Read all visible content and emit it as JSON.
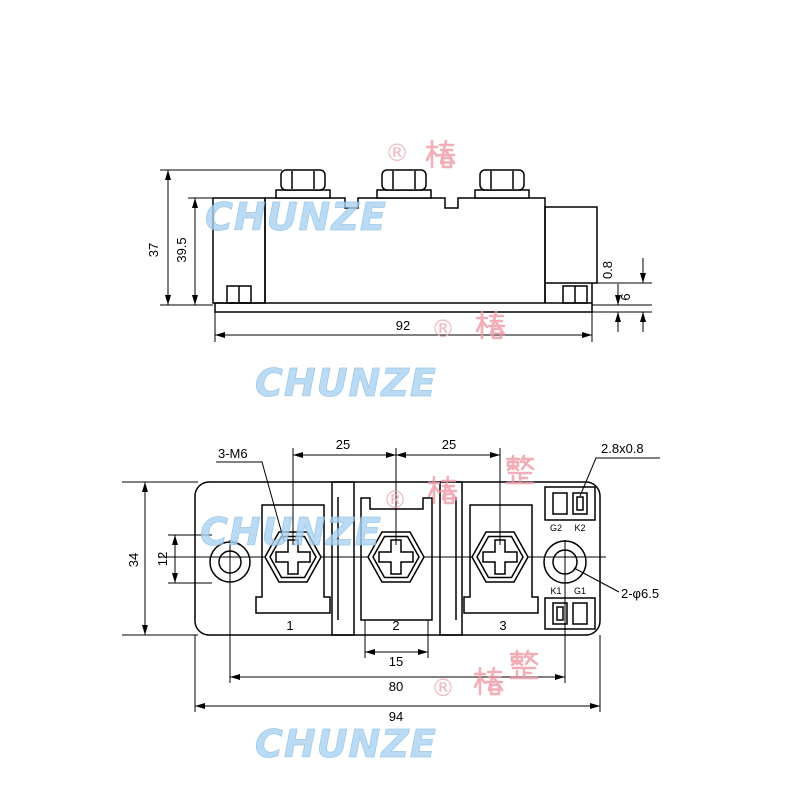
{
  "side_view": {
    "dim_37": "37",
    "dim_39_5": "39.5",
    "dim_0_8": "0.8",
    "dim_6": "6",
    "dim_92": "92"
  },
  "plan_view": {
    "dim_25_left": "25",
    "dim_25_right": "25",
    "dim_34": "34",
    "dim_12": "12",
    "dim_15": "15",
    "dim_80": "80",
    "dim_94": "94",
    "callout_thread": "3-M6",
    "callout_gate_tab": "2.8x0.8",
    "callout_holes": "2-φ6.5",
    "terminals": [
      "1",
      "2",
      "3"
    ],
    "gate_upper": [
      "G2",
      "K2"
    ],
    "gate_lower": [
      "K1",
      "G1"
    ]
  },
  "watermark": {
    "brand": "CHUNZE",
    "registered": "®",
    "cn_chars": [
      "椿",
      "整"
    ]
  },
  "colors": {
    "line": "#000000",
    "watermark_blue": "#a9d2f0",
    "watermark_red": "#ee9aa6"
  }
}
